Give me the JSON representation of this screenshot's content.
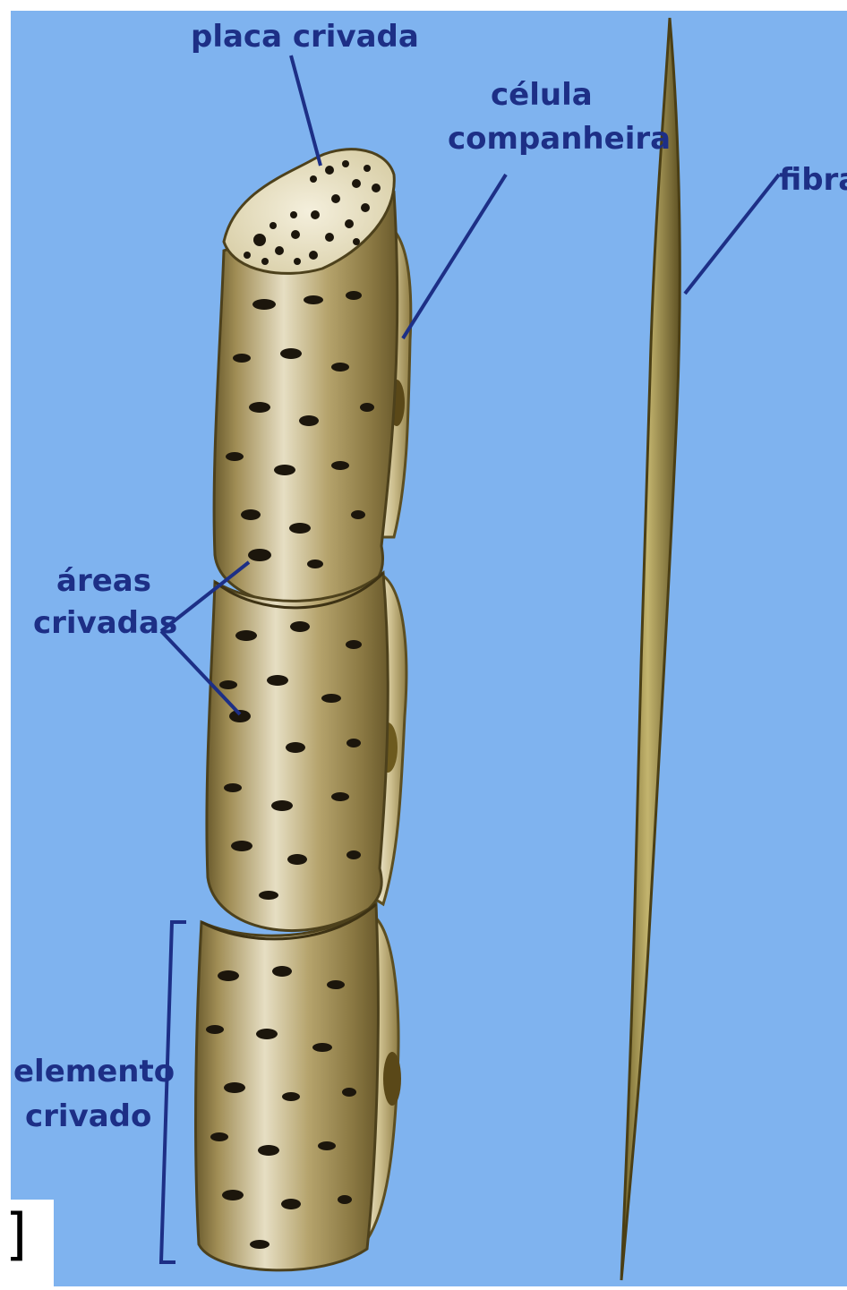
{
  "labels": {
    "placa": "placa crivada",
    "celula_1": "célula",
    "celula_2": "companheira",
    "fibra": "fibra",
    "areas_1": "áreas",
    "areas_2": "crivadas",
    "elemento_1": "elemento",
    "elemento_2": "crivado"
  },
  "corner_glyph": "]",
  "colors": {
    "background": "#7fb3ef",
    "cell_body": "#9c8a52",
    "cell_light": "#e4dcc0",
    "label_text": "#1d2f86",
    "pore": "#1c160c"
  }
}
